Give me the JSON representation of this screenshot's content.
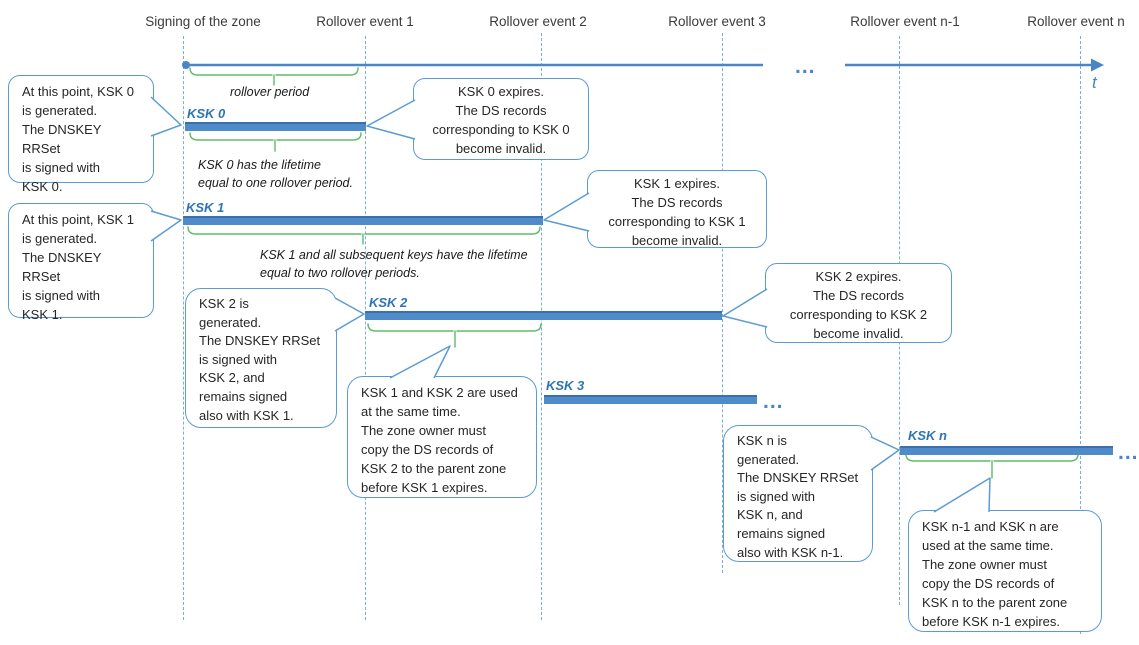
{
  "timeline": {
    "labels": [
      "Signing of the zone",
      "Rollover event 1",
      "Rollover event 2",
      "Rollover event 3",
      "Rollover event n-1",
      "Rollover event n"
    ],
    "t_label": "t",
    "gap_ellipsis": "..."
  },
  "bars": [
    {
      "label": "KSK 0"
    },
    {
      "label": "KSK 1"
    },
    {
      "label": "KSK 2"
    },
    {
      "label": "KSK 3",
      "ellipsis": "..."
    },
    {
      "label": "KSK n",
      "ellipsis": "..."
    }
  ],
  "annotations": {
    "rollover_period": "rollover period",
    "ksk0_lifetime": "KSK 0 has the lifetime\nequal to one rollover period.",
    "ksk1_lifetime": "KSK 1 and all subsequent keys have the lifetime\nequal to two rollover periods."
  },
  "callouts": {
    "ksk0_generated": {
      "text": "At this point, KSK 0\nis generated.\nThe DNSKEY RRSet\nis signed with\nKSK  0."
    },
    "ksk1_generated": {
      "text": "At this point, KSK 1\nis generated.\nThe DNSKEY RRSet\nis signed with\nKSK 1."
    },
    "ksk0_expires": {
      "text": "KSK 0 expires.\nThe DS records\ncorresponding to KSK 0\nbecome invalid."
    },
    "ksk1_expires": {
      "text": "KSK 1 expires.\nThe DS records\ncorresponding to KSK 1\nbecome invalid."
    },
    "ksk2_expires": {
      "text": "KSK 2 expires.\nThe DS records\ncorresponding to KSK 2\nbecome invalid."
    },
    "ksk2_generated": {
      "text": "KSK 2 is\ngenerated.\nThe DNSKEY RRSet\nis signed with\nKSK 2, and\nremains signed\nalso with KSK 1."
    },
    "kskn_generated": {
      "text": "KSK n is\ngenerated.\nThe DNSKEY RRSet\nis signed with\nKSK n, and\nremains signed\nalso with KSK n-1."
    },
    "ksk1_ksk2_overlap": {
      "text": "KSK 1 and KSK 2 are used\nat the same time.\nThe zone owner must\ncopy the DS records of\nKSK 2 to the parent zone\nbefore KSK 1 expires."
    },
    "kskn_overlap": {
      "text": "KSK n-1 and KSK n are\nused at the same time.\nThe zone owner must\ncopy the DS records of\nKSK n to the parent zone\nbefore KSK n-1 expires."
    }
  },
  "colors": {
    "axis_blue": "#4a86c5",
    "dashed_blue": "#7badde",
    "bubble_border_blue": "#5b9bd5",
    "bar_blue": "#4e8bc8",
    "key_label_blue": "#2e74b5",
    "brace_green": "#5fbb63",
    "text_dark": "#262626"
  }
}
